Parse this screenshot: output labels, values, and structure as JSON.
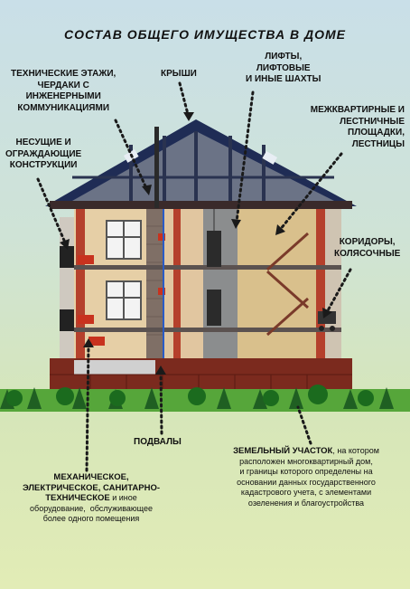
{
  "title": "СОСТАВ ОБЩЕГО ИМУЩЕСТВА В ДОМЕ",
  "labels": {
    "tech_floors": "ТЕХНИЧЕСКИЕ ЭТАЖИ,\nЧЕРДАКИ С\nИНЖЕНЕРНЫМИ\nКОММУНИКАЦИЯМИ",
    "roofs": "КРЫШИ",
    "lifts": "ЛИФТЫ,\nЛИФТОВЫЕ\nИ ИНЫЕ ШАХТЫ",
    "stairs": "МЕЖКВАРТИРНЫЕ И\nЛЕСТНИЧНЫЕ\nПЛОЩАДКИ,\nЛЕСТНИЦЫ",
    "walls": "НЕСУЩИЕ И\nОГРАЖДАЮЩИЕ\nКОНСТРУКЦИИ",
    "corridors": "КОРИДОРЫ,\nКОЛЯСОЧНЫЕ",
    "basements": "ПОДВАЛЫ",
    "equipment_bold": "МЕХАНИЧЕСКОЕ,\nЭЛЕКТРИЧЕСКОЕ, САНИТАРНО-\nТЕХНИЧЕСКОЕ",
    "equipment_rest": " и иное\nоборудование,  обслуживающее\nболее одного помещения",
    "land_bold": "ЗЕМЕЛЬНЫЙ УЧАСТОК",
    "land_rest": ", на котором\nрасположен многоквартирный дом,\nи границы которого определены на\nосновании данных государственного\nкадастрового учета, с элементами\nозеленения и благоустройства"
  },
  "colors": {
    "roof": "#3a4a72",
    "attic": "#6b7386",
    "wall": "#e6cfa6",
    "brick": "#9a3a2a",
    "column": "#b5402c",
    "stairwell": "#d9c08c",
    "grass": "#2e7d32"
  }
}
